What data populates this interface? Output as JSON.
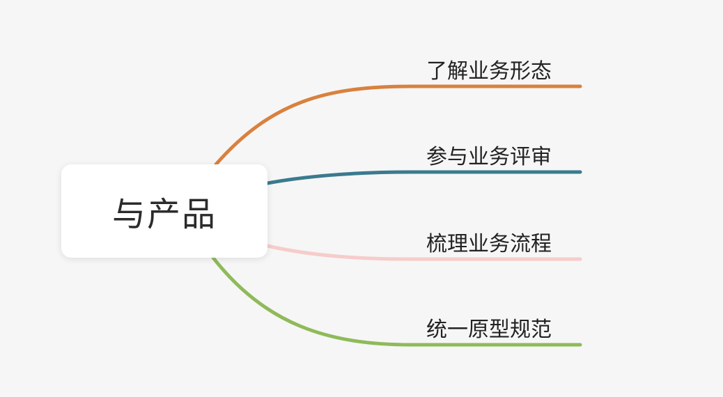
{
  "mindmap": {
    "root": {
      "label": "与产品"
    },
    "branches": [
      {
        "label": "了解业务形态",
        "color": "#d9813e"
      },
      {
        "label": "参与业务评审",
        "color": "#3a7a8e"
      },
      {
        "label": "梳理业务流程",
        "color": "#f6cccb"
      },
      {
        "label": "统一原型规范",
        "color": "#8fba59"
      }
    ]
  }
}
